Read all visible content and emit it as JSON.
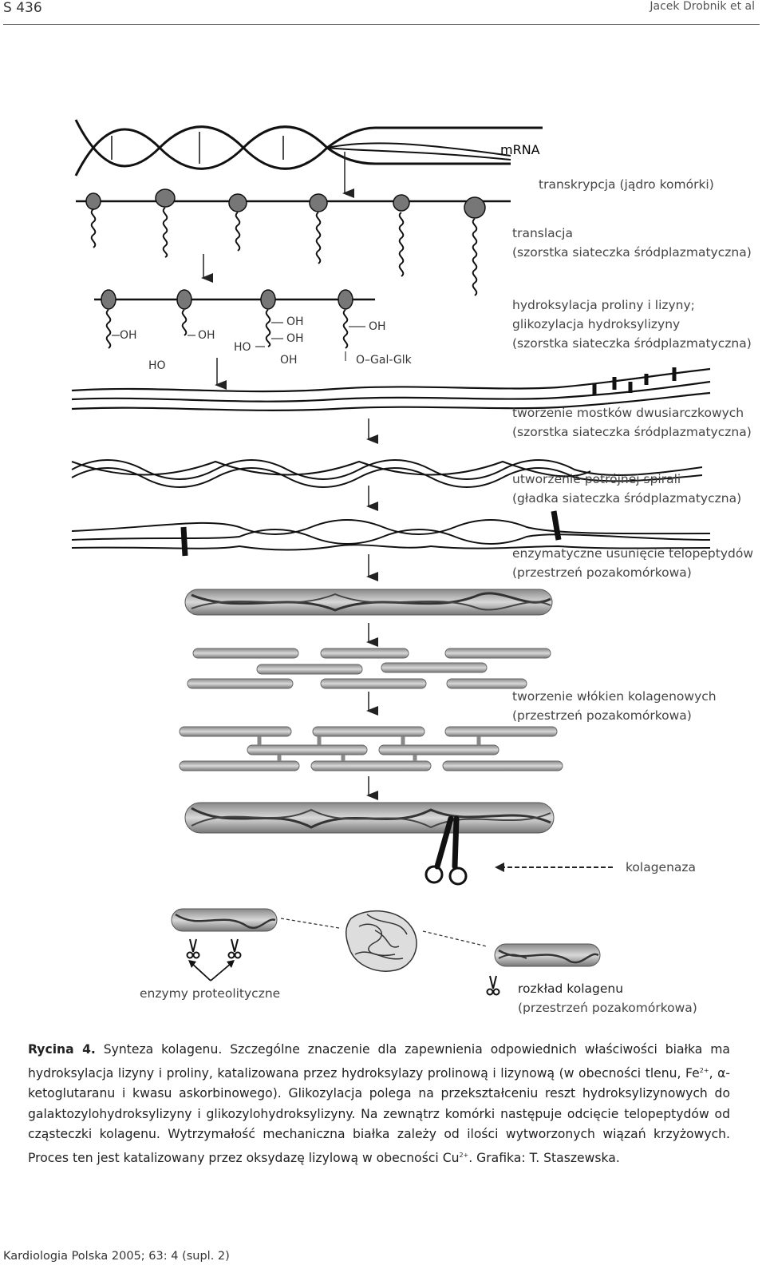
{
  "header": {
    "page": "S 436",
    "authors": "Jacek Drobnik et al"
  },
  "figure": {
    "mrna": "mRNA",
    "steps": [
      {
        "l1": "transkrypcja (jądro komórki)",
        "l2": ""
      },
      {
        "l1": "translacja",
        "l2": "(szorstka siateczka śródplazmatyczna)"
      },
      {
        "l1": "hydroksylacja proliny i lizyny;",
        "l2": "glikozylacja hydroksylizyny",
        "l3": "(szorstka siateczka śródplazmatyczna)"
      },
      {
        "l1": "tworzenie mostków dwusiarczkowych",
        "l2": "(szorstka siateczka śródplazmatyczna)"
      },
      {
        "l1": "utworzenie potrójnej spirali",
        "l2": "(gładka siateczka śródplazmatyczna)"
      },
      {
        "l1": "enzymatyczne usunięcie telopeptydów",
        "l2": "(przestrzeń pozakomórkowa)"
      },
      {
        "l1": "tworzenie włókien kolagenowych",
        "l2": "(przestrzeń pozakomórkowa)"
      }
    ],
    "chem": {
      "oh": "OH",
      "ho": "HO",
      "ogal": "O–Gal-Glk"
    },
    "collagenase": "kolagenaza",
    "proteolytic": "enzymy proteolityczne",
    "degradation_l1": "rozkład kolagenu",
    "degradation_l2": "(przestrzeń pozakomórkowa)"
  },
  "caption": {
    "lead": "Rycina 4.",
    "title": "Synteza kolagenu.",
    "body_1": "Szczególne znaczenie dla zapewnienia odpowiednich właściwości białka ma hydroksylacja lizyny i proliny, katalizowana przez hydroksylazy prolinową i lizynową (w obecności tlenu, Fe",
    "sup_1": "2+",
    "body_2": ", α-ketoglutaranu i kwasu askorbinowego). Glikozylacja polega na przekształceniu reszt hydroksylizynowych do galaktozylohydroksylizyny i glikozylohydroksylizyny. Na zewnątrz komórki następuje odcięcie telopeptydów od cząsteczki kolagenu. Wytrzymałość mechaniczna białka zależy od ilości wytworzonych wiązań krzyżowych. Proces ten jest katalizowany przez oksydazę lizylową w obecności Cu",
    "sup_2": "2+",
    "body_3": ". Grafika: T. Staszewska."
  },
  "footer": {
    "citation": "Kardiologia Polska 2005; 63: 4 (supl. 2)"
  }
}
